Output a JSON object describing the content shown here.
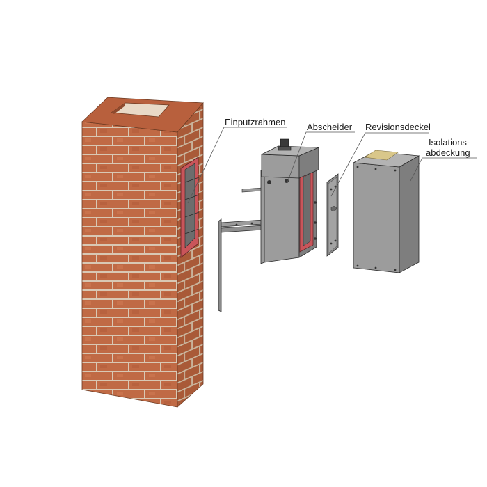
{
  "labels": {
    "einputzrahmen": "Einputzrahmen",
    "abscheider": "Abscheider",
    "revisionsdeckel": "Revisionsdeckel",
    "isolationsabdeckung_line1": "Isolations-",
    "isolationsabdeckung_line2": "abdeckung"
  },
  "colors": {
    "brick_front": "#c06a45",
    "brick_side": "#a95a38",
    "mortar": "#d9c8b4",
    "frame_red": "#c9555a",
    "metal": "#9c9c9c",
    "insulation": "#d9c78a"
  }
}
